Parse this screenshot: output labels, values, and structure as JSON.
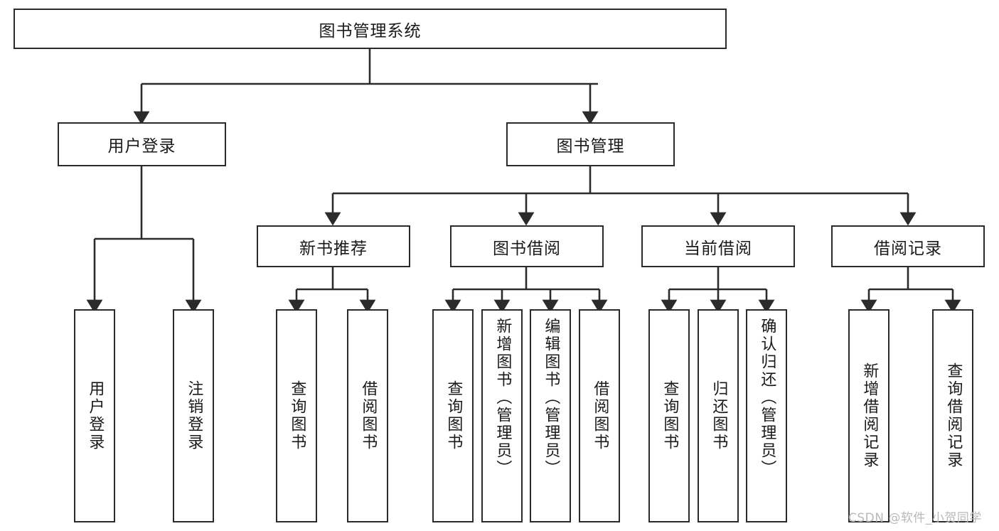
{
  "diagram": {
    "title": "图书管理系统",
    "type": "hierarchical-tree",
    "root": {
      "label": "图书管理系统"
    },
    "level1": [
      {
        "label": "用户登录"
      },
      {
        "label": "图书管理"
      }
    ],
    "level2": [
      {
        "label": "新书推荐"
      },
      {
        "label": "图书借阅"
      },
      {
        "label": "当前借阅"
      },
      {
        "label": "借阅记录"
      }
    ],
    "leaves": {
      "user_login": [
        {
          "label": "用户登录"
        },
        {
          "label": "注销登录"
        }
      ],
      "new_book_recommend": [
        {
          "label": "查询图书"
        },
        {
          "label": "借阅图书"
        }
      ],
      "book_borrow": [
        {
          "label": "查询图书"
        },
        {
          "label": "新增图书（管理员）"
        },
        {
          "label": "编辑图书（管理员）"
        },
        {
          "label": "借阅图书"
        }
      ],
      "current_borrow": [
        {
          "label": "查询图书"
        },
        {
          "label": "归还图书"
        },
        {
          "label": "确认归还（管理员）"
        }
      ],
      "borrow_record": [
        {
          "label": "新增借阅记录"
        },
        {
          "label": "查询借阅记录"
        }
      ]
    }
  },
  "watermark": {
    "text": "CSDN @软件_小贺同学"
  },
  "colors": {
    "stroke": "#2b2b2b",
    "text": "#1a1a1a",
    "background": "#ffffff",
    "watermark": "#b9b9b9"
  }
}
